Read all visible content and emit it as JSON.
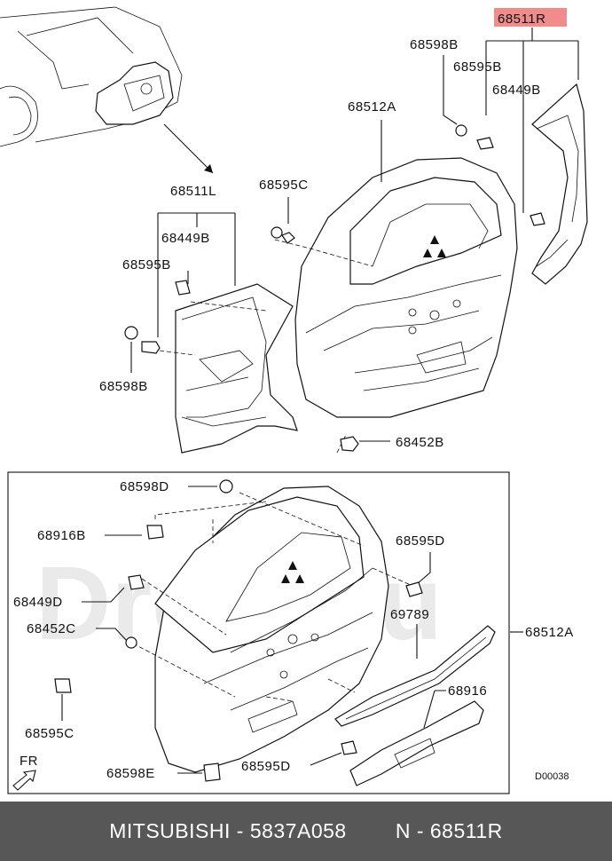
{
  "labels": {
    "r_68511R": "68511R",
    "r_68598B": "68598B",
    "r_68595B": "68595B",
    "r_68449B": "68449B",
    "r_68512A": "68512A",
    "l_68511L": "68511L",
    "l_68449B": "68449B",
    "l_68595B": "68595B",
    "l_68598B": "68598B",
    "c_68595C": "68595C",
    "c_68452B": "68452B",
    "b_68598D": "68598D",
    "b_68916B": "68916B",
    "b_68449D": "68449D",
    "b_68452C": "68452C",
    "b_68595C": "68595C",
    "b_68598E": "68598E",
    "b_68595D_top": "68595D",
    "b_69789": "69789",
    "b_68512A": "68512A",
    "b_68916": "68916",
    "b_68595D_bottom": "68595D",
    "fr": "FR",
    "drawing_code": "D00038"
  },
  "highlight_color": "#f08c8c",
  "watermark": "Drom.ru",
  "footer": {
    "brand": "MITSUBISHI",
    "separator": " - ",
    "part_number": "5837A058",
    "ref_prefix": "N - ",
    "ref": "68511R"
  }
}
